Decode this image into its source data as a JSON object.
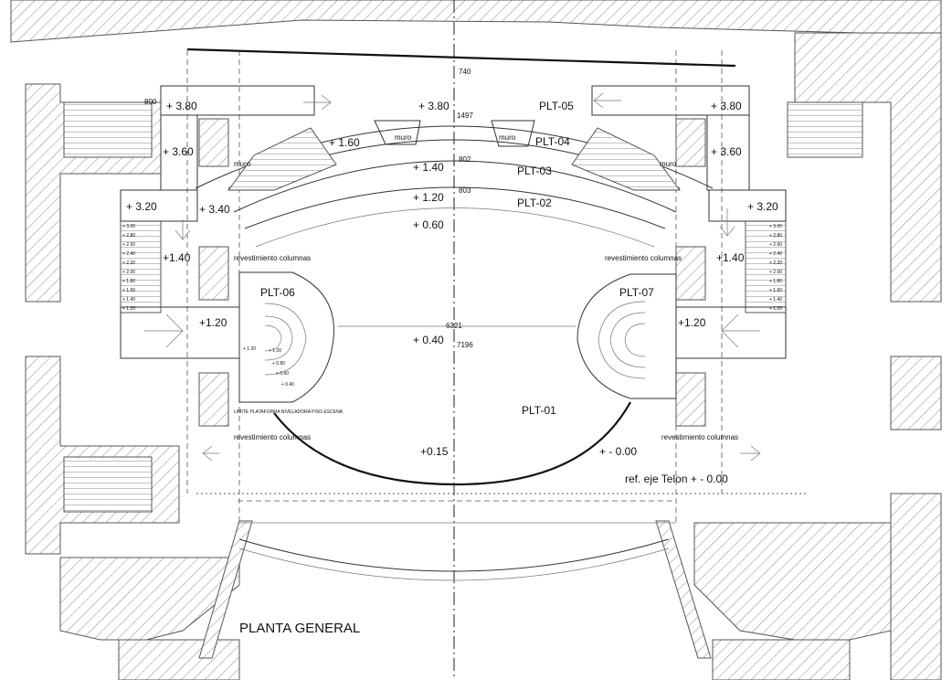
{
  "title": "PLANTA GENERAL",
  "platforms": {
    "plt01": "PLT-01",
    "plt02": "PLT-02",
    "plt03": "PLT-03",
    "plt04": "PLT-04",
    "plt05": "PLT-05",
    "plt06": "PLT-06",
    "plt07": "PLT-07"
  },
  "levels": {
    "l380_left": "+ 3.80",
    "l380_mid": "+ 3.80",
    "l380_right": "+ 3.80",
    "l360_left": "+ 3.60",
    "l360_right": "+ 3.60",
    "l320_left": "+ 3.20",
    "l320_right": "+ 3.20",
    "l340": "+ 3.40",
    "l160": "+ 1.60",
    "l140_center": "+ 1.40",
    "l140_left": "+1.40",
    "l140_right": "+1.40",
    "l120_center": "+ 1.20",
    "l120_left": "+1.20",
    "l120_right": "+1.20",
    "l060": "+ 0.60",
    "l040": "+ 0.40",
    "l015": "+0.15",
    "l000": "+ - 0.00"
  },
  "dimensions": {
    "d740": "740",
    "d800": "800",
    "d1497": "1497",
    "d802": "802",
    "d803": "803",
    "d6321": "6321",
    "d7196": "7196"
  },
  "notes": {
    "muro_left": "muro",
    "muro_center_left": "muro",
    "muro_center_right": "muro",
    "muro_right": "muro",
    "rev_top_left": "revestimiento columnas",
    "rev_top_right": "revestimiento columnas",
    "rev_bottom_left": "revestimiento columnas",
    "rev_bottom_right": "revestimiento columnas",
    "limite": "LIMITE PLATAFORMA NIVELADORA PISO ESCENA",
    "ref_telon": "ref. eje Telon + - 0.00"
  },
  "stair_levels": [
    "+ 3.00",
    "+ 2.80",
    "+ 2.60",
    "+ 2.40",
    "+ 2.20",
    "+ 2.00",
    "+ 1.80",
    "+ 1.60",
    "+ 1.40",
    "+ 1.20"
  ],
  "plt06_steps": [
    "+ 1.20",
    "+ 1.00",
    "+ 0.80",
    "+ 0.60",
    "+ 0.40"
  ]
}
